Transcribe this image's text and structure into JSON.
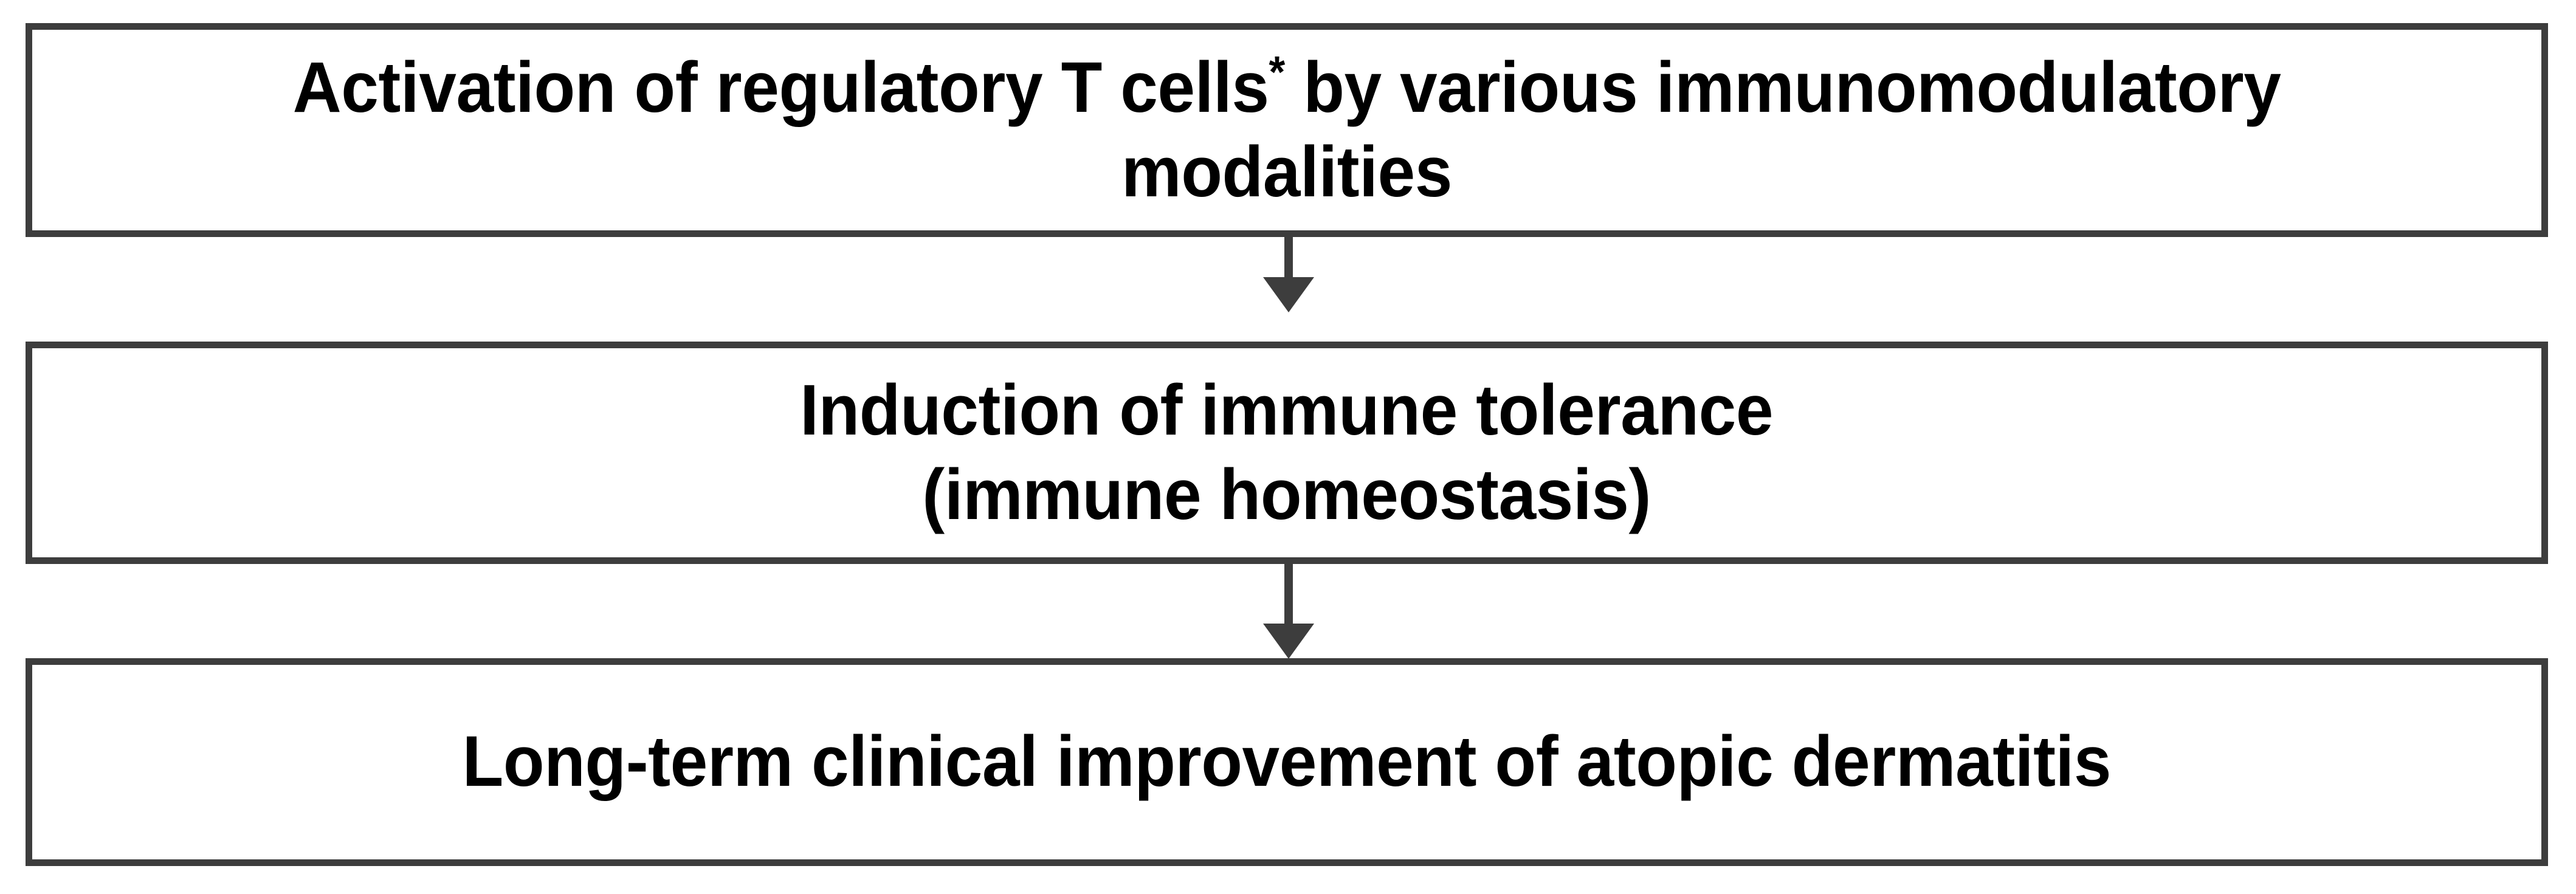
{
  "figure": {
    "type": "flowchart",
    "orientation": "vertical",
    "background_color": "#ffffff",
    "box_border_color": "#3d3d3d",
    "arrow_color": "#3d3d3d",
    "text_color": "#000000",
    "nodes": [
      {
        "id": "activation",
        "text_before_superscript": "Activation of regulatory T cells",
        "superscript": "*",
        "text_after_superscript": " by various immunomodulatory modalities",
        "full_text": "Activation of regulatory T cells* by various immunomodulatory modalities"
      },
      {
        "id": "tolerance",
        "line1": "Induction of immune tolerance",
        "line2": "(immune homeostasis)",
        "full_text": "Induction of immune tolerance\n(immune homeostasis)"
      },
      {
        "id": "improvement",
        "line1": "Long-term clinical improvement of atopic dermatitis",
        "full_text": "Long-term clinical improvement of atopic dermatitis"
      }
    ],
    "connectors": [
      {
        "id": "arrow-1",
        "from": "activation",
        "to": "tolerance",
        "icon": "arrow-down-icon"
      },
      {
        "id": "arrow-2",
        "from": "tolerance",
        "to": "improvement",
        "icon": "arrow-down-icon"
      }
    ]
  }
}
